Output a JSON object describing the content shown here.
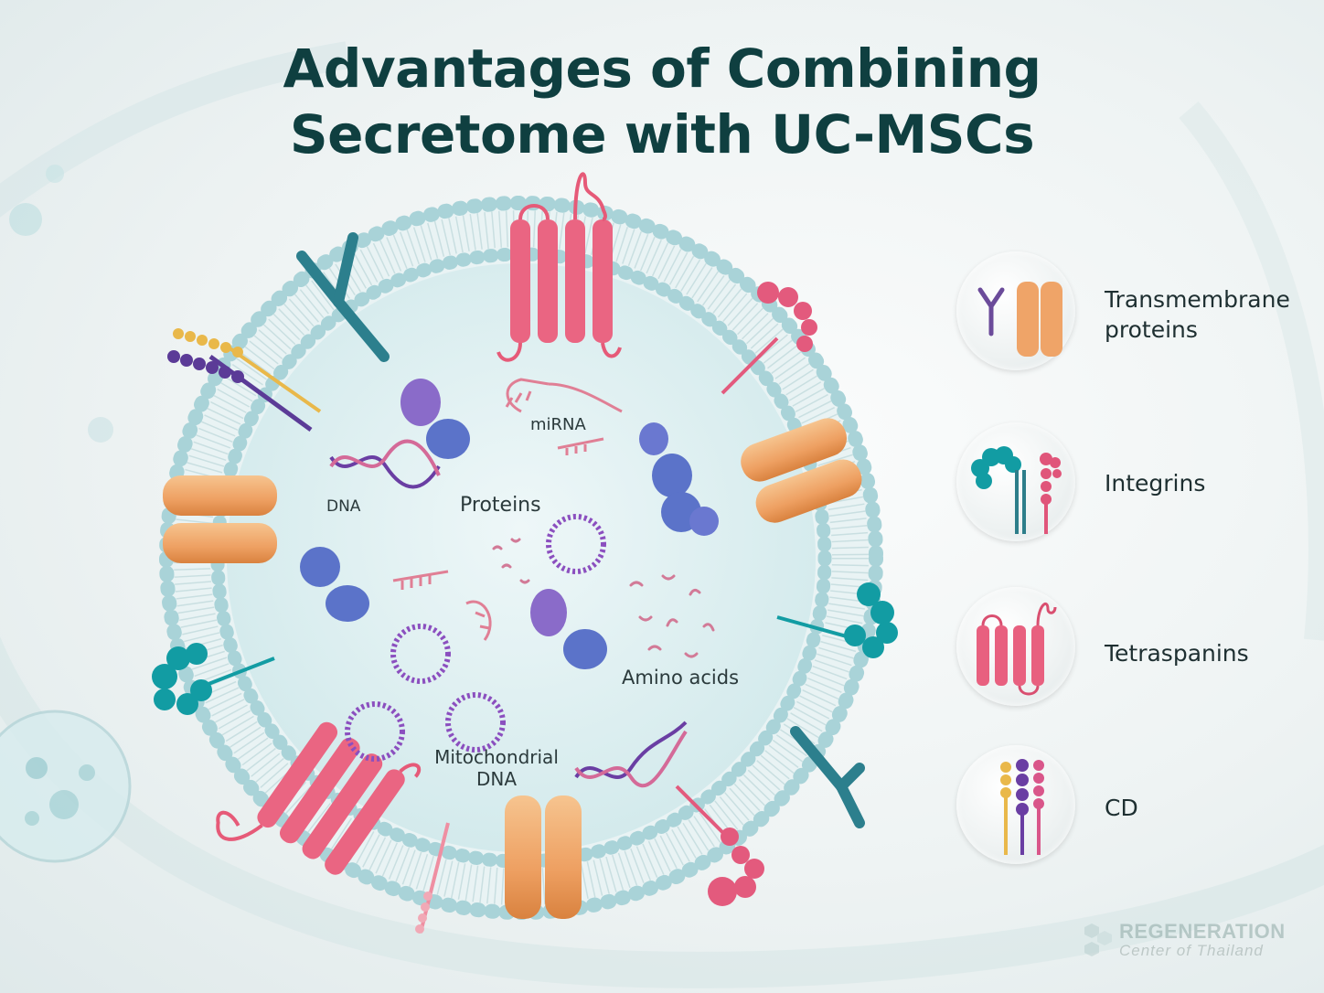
{
  "title": {
    "line1": "Advantages of Combining",
    "line2": "Secretome with UC-MSCs"
  },
  "vesicle_labels": {
    "mirna": "miRNA",
    "dna": "DNA",
    "proteins": "Proteins",
    "amino_acids": "Amino acids",
    "mito_line1": "Mitochondrial",
    "mito_line2": "DNA"
  },
  "legend": [
    {
      "label": "Transmembrane proteins",
      "icon": "transmembrane-protein-icon"
    },
    {
      "label": "Integrins",
      "icon": "integrin-icon"
    },
    {
      "label": "Tetraspanins",
      "icon": "tetraspanin-icon"
    },
    {
      "label": "CD",
      "icon": "cd-marker-icon"
    }
  ],
  "logo": {
    "line1": "REGENERATION",
    "line2": "Center of Thailand"
  },
  "colors": {
    "title": "#0f3f40",
    "membrane_bead": "#a9d3d8",
    "transmembrane": "#f0a86a",
    "tetraspanin": "#e65a78",
    "integrin_teal": "#129ca3",
    "protein_blue": "#5b73c9",
    "protein_purple": "#8a6bc9",
    "dna_purple": "#6a3ea3",
    "rna_pink": "#e07f95"
  }
}
